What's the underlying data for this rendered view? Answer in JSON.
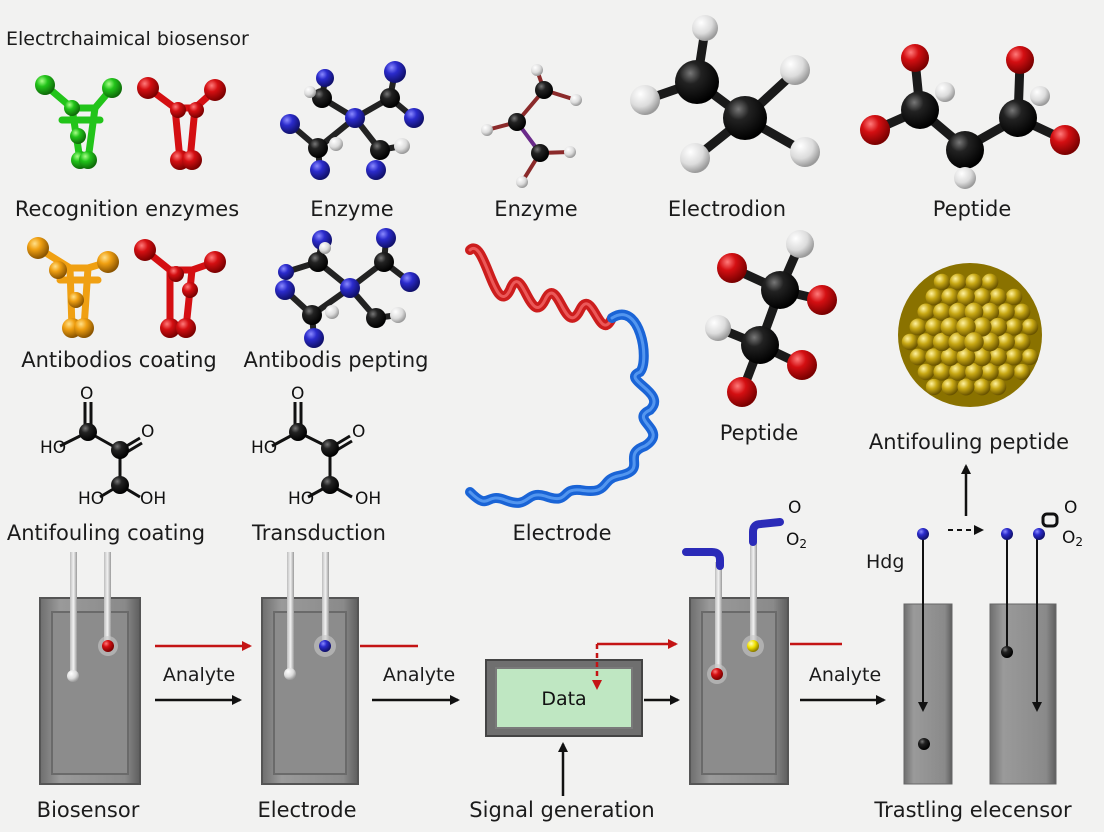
{
  "title": "Electrchaimical biosensor",
  "molecules": {
    "recognition_enzymes": "Recognition enzymes",
    "enzyme_1": "Enzyme",
    "enzyme_2": "Enzyme",
    "electrodion": "Electrodion",
    "peptide_top": "Peptide",
    "antibodios_coating": "Antibodios coating",
    "antibodis_pepting": "Antibodis pepting",
    "peptide_mid": "Peptide",
    "antifouling_peptide": "Antifouling peptide",
    "antifouling_coating": "Antifouling coating",
    "transduction": "Transduction",
    "electrode_helix": "Electrode"
  },
  "chem_labels": {
    "o": "O",
    "ho": "HO",
    "oh": "OH",
    "o2_sub": "O",
    "o2_num": "2"
  },
  "flow": {
    "analyte_1": "Analyte",
    "analyte_2": "Analyte",
    "analyte_3": "Analyte",
    "data_box": "Data",
    "hdg": "Hdg",
    "biosensor": "Biosensor",
    "electrode": "Electrode",
    "signal_generation": "Signal generation",
    "trastling": "Trastling elecensor"
  },
  "colors": {
    "green": "#22c41a",
    "red": "#d40f12",
    "orange": "#f0a012",
    "blue": "#2b2bcc",
    "helix_red": "#cc1d1d",
    "helix_blue": "#1a64d6",
    "gold": "#c9a914",
    "data_box": "#bfe7c2",
    "device": "#8e8e8e"
  }
}
